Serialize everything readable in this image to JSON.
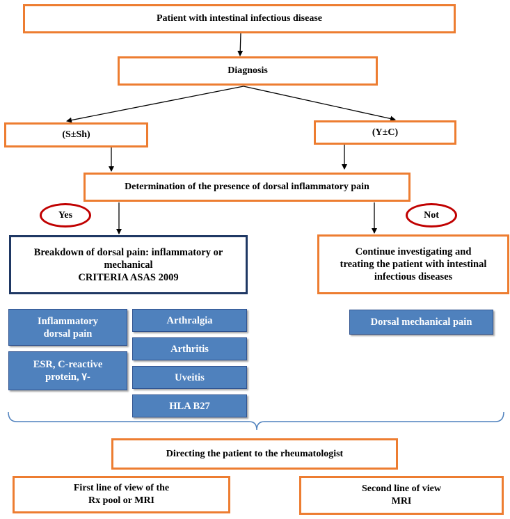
{
  "nodes": {
    "patient": "Patient with intestinal infectious disease",
    "diagnosis": "Diagnosis",
    "left_branch": "(S±Sh)",
    "right_branch": "(Y±C)",
    "determination": "Determination of the presence of dorsal inflammatory pain",
    "yes": "Yes",
    "not": "Not",
    "breakdown_line1": "Breakdown of dorsal pain: inflammatory or",
    "breakdown_line2": "mechanical",
    "breakdown_line3": "CRITERIA ASAS 2009",
    "continue_line1": "Continue investigating and",
    "continue_line2": "treating the patient with intestinal",
    "continue_line3": "infectious diseases",
    "inflammatory_line1": "Inflammatory",
    "inflammatory_line2": "dorsal pain",
    "esr_line1": "ESR, C-reactive",
    "esr_line2": "protein, ٧-",
    "arthralgia": "Arthralgia",
    "arthritis": "Arthritis",
    "uveitis": "Uveitis",
    "hla": "HLA B27",
    "mechanical": "Dorsal mechanical pain",
    "directing": "Directing the patient to the rheumatologist",
    "first_line1": "First line of view of the",
    "first_line2": "Rx pool or MRI",
    "second_line1": "Second line of view",
    "second_line2": "MRI"
  },
  "colors": {
    "orange_border": "#ED7D31",
    "navy_border": "#1F3864",
    "blue_fill": "#4F81BD",
    "oval_border": "#C00000",
    "brace": "#4F81BD"
  }
}
